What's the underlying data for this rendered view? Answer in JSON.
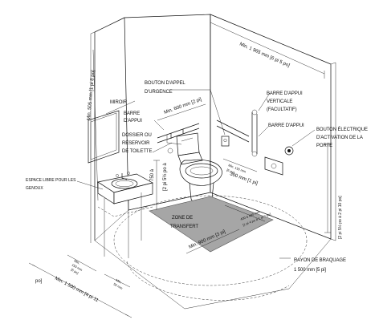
{
  "labels": {
    "min_1965": "Min. 1 965 mm [6 pi 5 po]",
    "min_505": "Min. 505 mm [1 pi 8 po]",
    "miroir": "MIROIR",
    "bouton_appel": [
      "BOUTON D'APPEL",
      "D'URGENCE"
    ],
    "barre_vert": [
      "BARRE D'APPUI",
      "VERTICALE",
      "(FACULTATIF)"
    ],
    "barre_appui_r": "BARRE D'APPUI",
    "min_600": "Min. 600 mm [2 pi]",
    "barre_appui_l": [
      "BARRE",
      "D'APPUI"
    ],
    "dossier": [
      "DOSSIER OU",
      "RÉSERVOIR",
      "DE TOILETTE"
    ],
    "bouton_elec": [
      "BOUTON ÉLECTRIQUE",
      "D'ACTIVATION DE LA",
      "PORTE"
    ],
    "h750": [
      "750 à",
      "[2 pi 5½ po à"
    ],
    "min_150": [
      "Min. 150 mm",
      "[6 po]"
    ],
    "min_300": "300 mm [1 pi]",
    "espace": [
      "ESPACE LIBRE POUR LES",
      "GENOUX"
    ],
    "zone": [
      "ZONE DE",
      "TRANSFERT"
    ],
    "d_400_480": [
      "400 à 480 mm",
      "[1 pi 4 po à 1 pi 7 po]"
    ],
    "h_right": "[2 pi 5½ po à 2 pi 10 po]",
    "min_900": "Min. 900 mm [3 pi]",
    "rayon": [
      "RAYON DE BRAQUAGE",
      "1 500 mm [5 pi]"
    ],
    "min_150_small": [
      "Min.",
      "150 mm",
      "[6 po]"
    ],
    "min_1500": [
      "Min. 1 500 mm [4 pi 11",
      "po]"
    ],
    "min_small2": [
      "Min.",
      "50 mm"
    ]
  }
}
